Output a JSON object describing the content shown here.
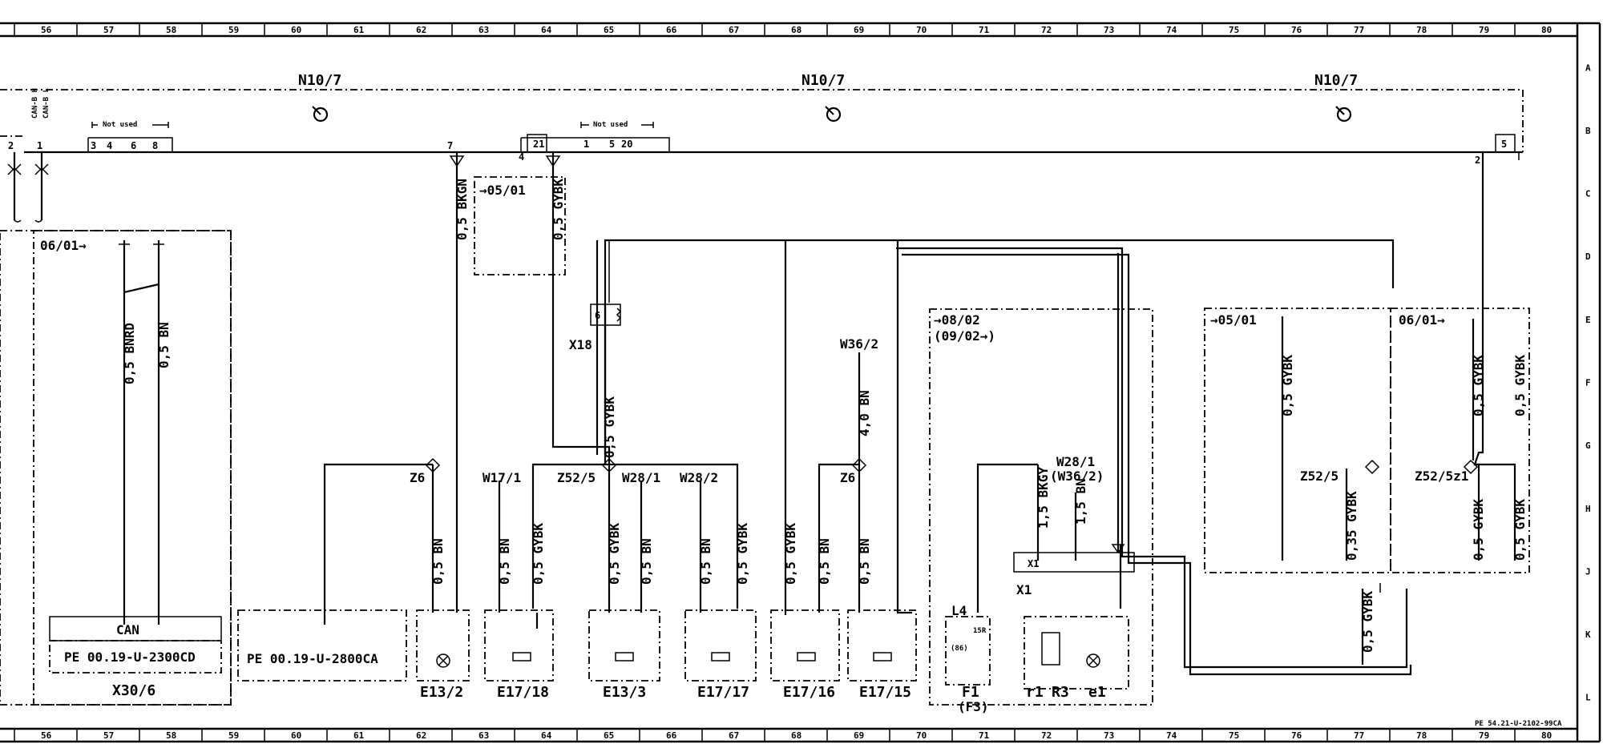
{
  "drawing_ref": "PE 54.21-U-2102-99CA",
  "column_numbers": [
    "56",
    "57",
    "58",
    "59",
    "60",
    "61",
    "62",
    "63",
    "64",
    "65",
    "66",
    "67",
    "68",
    "69",
    "70",
    "71",
    "72",
    "73",
    "74",
    "75",
    "76",
    "77",
    "78",
    "79",
    "80"
  ],
  "row_letters": [
    "A",
    "B",
    "C",
    "D",
    "E",
    "F",
    "G",
    "H",
    "J",
    "K",
    "L"
  ],
  "control_module": {
    "name": "N10/7",
    "not_used": "Not used",
    "pins_left": [
      "2",
      "1",
      "3",
      "4",
      "6",
      "8",
      "7"
    ],
    "pins_right": [
      "21",
      "1",
      "5",
      "20",
      "4",
      "2",
      "5"
    ],
    "can_h": "CAN-B H",
    "can_l": "CAN-B L"
  },
  "refs": {
    "r0601": "06/01→",
    "r0501a": "→05/01",
    "r0501b": "→05/01",
    "r0601b": "06/01→",
    "r0802": "→08/02",
    "r0902": "(09/02→)"
  },
  "wires": {
    "w_bkgn": "0,5 BKGN",
    "w_gybk": "0,5 GYBK",
    "w_bnrd": "0,5 BNRD",
    "w_bn": "0,5 BN",
    "w_40bn": "4,0 BN",
    "w_15bkgy": "1,5 BKGY",
    "w_15bn": "1,5 BN",
    "w_035gybk": "0,35 GYBK"
  },
  "components": {
    "x18": "X18",
    "x18_pin": "6",
    "w36_2": "W36/2",
    "z6a": "Z6",
    "z6b": "Z6",
    "w17_1": "W17/1",
    "z52_5": "Z52/5",
    "w28_1": "W28/1",
    "w28_2": "W28/2",
    "w28_1b": "W28/1",
    "w36_2b": "(W36/2)",
    "z52_5r": "Z52/5",
    "z52_5z1": "Z52/5z1",
    "x1": "X1",
    "can": "CAN",
    "pe_2300": "PE 00.19-U-2300CD",
    "pe_2800": "PE 00.19-U-2800CA",
    "x30_6": "X30/6",
    "e13_2": "E13/2",
    "e17_18": "E17/18",
    "e13_3": "E13/3",
    "e17_17": "E17/17",
    "e17_16": "E17/16",
    "e17_15": "E17/15",
    "f1": "F1",
    "f3": "(F3)",
    "l4": "L4",
    "r1": "r1",
    "r3": "R3",
    "e1": "e1",
    "n86": "(86)",
    "n15r": "15R"
  }
}
